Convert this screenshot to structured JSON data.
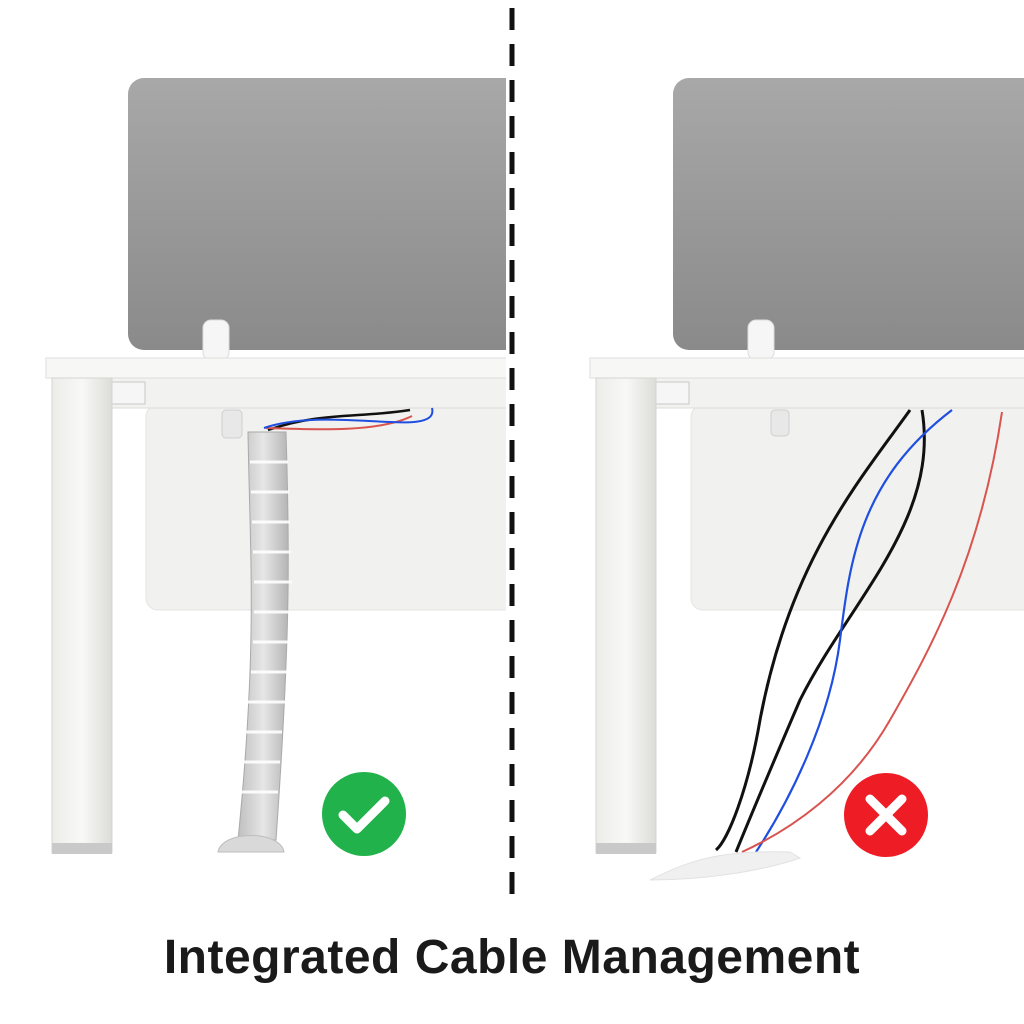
{
  "caption": "Integrated Cable Management",
  "panels": [
    {
      "variant": "with-cable-spine",
      "status": "correct",
      "status_icon": "check-icon",
      "status_color": "#21b24b"
    },
    {
      "variant": "loose-cables",
      "status": "incorrect",
      "status_icon": "x-icon",
      "status_color": "#ee1c25"
    }
  ],
  "colors": {
    "divider": "#111111",
    "privacy_panel_top": "#a6a6a6",
    "privacy_panel_bottom": "#8c8c8c",
    "desk": "#f4f4f2",
    "cable_black": "#111111",
    "cable_blue": "#1f4fe0",
    "cable_red": "#d9534f"
  }
}
